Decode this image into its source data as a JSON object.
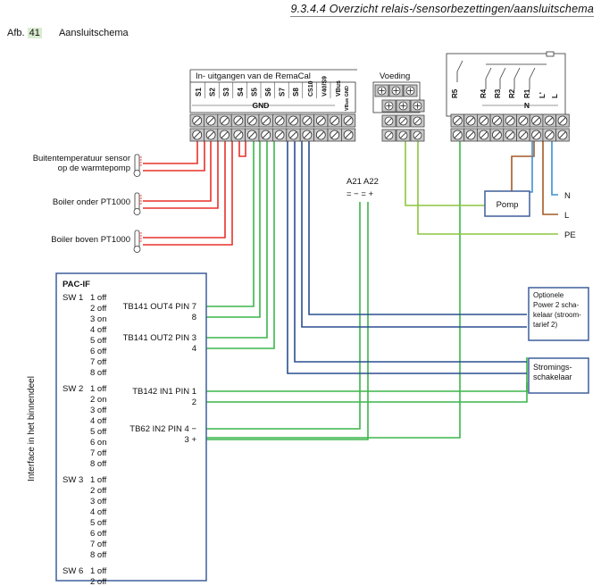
{
  "header": {
    "title": "9.3.4.4  Overzicht relais-/sensorbezettingen/aansluitschema"
  },
  "figure": {
    "afb": "Afb.",
    "number": "41",
    "title": "Aansluitschema"
  },
  "remacal": {
    "title": "In- uitgangen van de RemaCal",
    "terminals": [
      "S1",
      "S2",
      "S3",
      "S4",
      "S5",
      "S6",
      "S7",
      "S8",
      "CS10",
      "V40/S9",
      "VBus"
    ],
    "gnd": "GND",
    "vbus_gnd": [
      "VBus",
      "GND"
    ]
  },
  "voeding": {
    "title": "Voeding"
  },
  "relays": {
    "terminals": [
      "R5",
      "R4",
      "R3",
      "R2",
      "R1",
      "L'",
      "L"
    ],
    "n": "N"
  },
  "sensors": [
    {
      "line1": "Buitentemperatuur sensor",
      "line2": "op de warmtepomp"
    },
    {
      "line1": "Boiler onder PT1000",
      "line2": ""
    },
    {
      "line1": "Boiler boven PT1000",
      "line2": ""
    }
  ],
  "a21a22": {
    "label": "A21 A22",
    "signs": "= − = +"
  },
  "pomp": "Pomp",
  "mains": [
    "N",
    "L",
    "PE"
  ],
  "optional_box": [
    "Optionele",
    "Power 2 scha-",
    "kelaar (stroom-",
    "tarief 2)"
  ],
  "flow_box": [
    "Stromings-",
    "schakelaar"
  ],
  "pac": {
    "title": "PAC-IF",
    "side_label": "Interface in het binnendeel",
    "sw": [
      {
        "name": "SW 1",
        "items": [
          "1 off",
          "2 off",
          "3 on",
          "4 off",
          "5 off",
          "6 off",
          "7 off",
          "8 off"
        ]
      },
      {
        "name": "SW 2",
        "items": [
          "1 off",
          "2 on",
          "3 off",
          "4 off",
          "5 off",
          "6 on",
          "7 off",
          "8 off"
        ]
      },
      {
        "name": "SW 3",
        "items": [
          "1 off",
          "2 off",
          "3 off",
          "4 off",
          "5 off",
          "6 off",
          "7 off",
          "8 off"
        ]
      },
      {
        "name": "SW 6",
        "items": [
          "1 off",
          "2 off"
        ]
      }
    ],
    "tb": [
      {
        "label": "TB141 OUT4 PIN 7",
        "pin2": "8"
      },
      {
        "label": "TB141 OUT2 PIN 3",
        "pin2": "4"
      },
      {
        "label": "TB142 IN1 PIN 1",
        "pin2": "2"
      },
      {
        "label": "TB62  IN2  PIN 4 −",
        "pin2": "3 +"
      }
    ]
  },
  "colors": {
    "red": "#e8312a",
    "green": "#3bb54a",
    "lime": "#8cc63f",
    "blue": "#2a4f8f",
    "lblue": "#3d8fd6",
    "brown": "#a45a25",
    "term": "#c8c8c8",
    "box": "#3f5f9a"
  }
}
